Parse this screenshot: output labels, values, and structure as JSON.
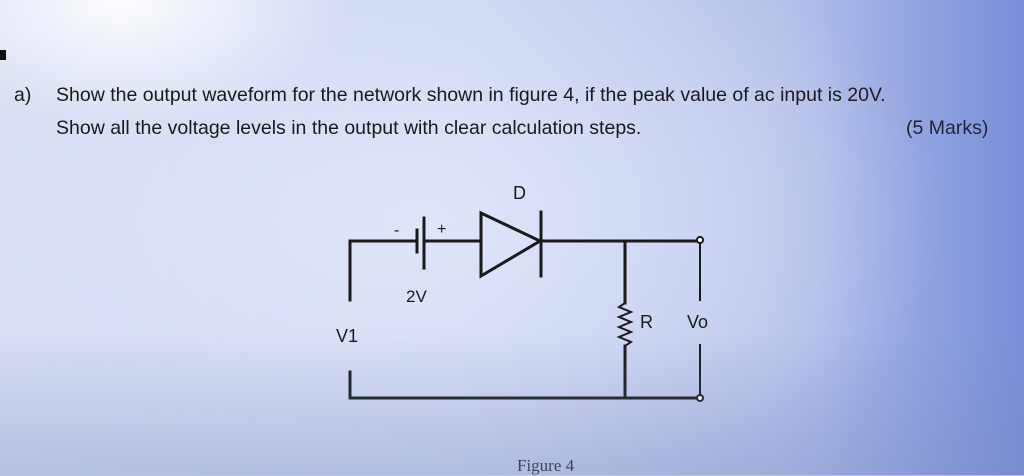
{
  "question": {
    "label": "a)",
    "line1": "Show the output waveform for the network shown in figure 4, if the peak value of ac input is 20V.",
    "line2": "Show all the voltage levels in the output with clear calculation steps.",
    "marks": "(5 Marks)"
  },
  "circuit": {
    "diode_label": "D",
    "battery_minus": "-",
    "battery_plus": "+",
    "battery_value": "2V",
    "source_label": "V1",
    "resistor_label": "R",
    "output_label": "Vo"
  },
  "figure": {
    "caption": "Figure 4"
  }
}
